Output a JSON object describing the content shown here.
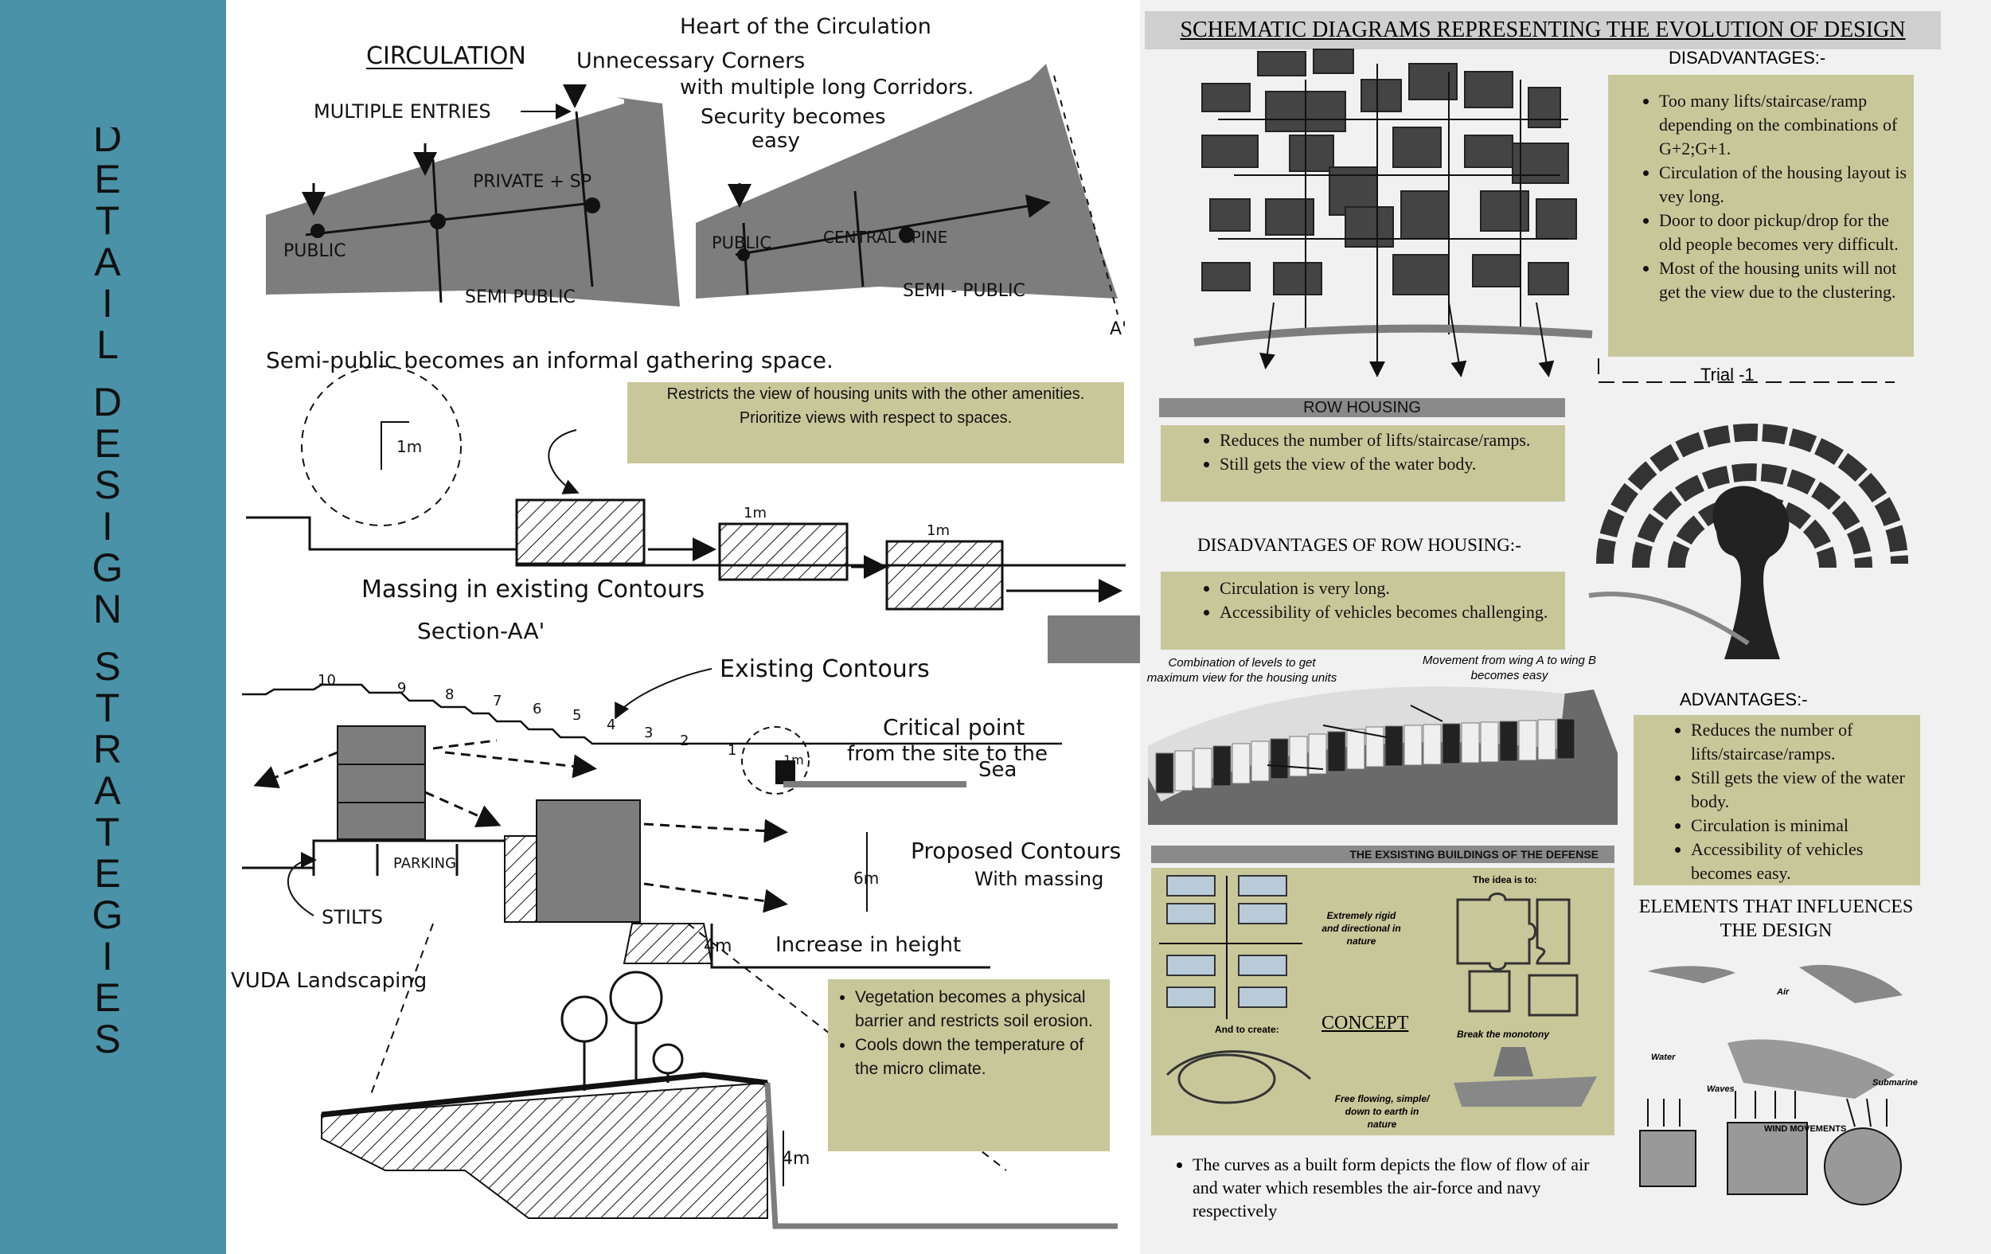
{
  "sidebar": {
    "title": "DETAIL DESIGN STRATEGIES",
    "letters": [
      "D",
      "E",
      "T",
      "A",
      "I",
      "L",
      "",
      "D",
      "E",
      "S",
      "I",
      "G",
      "N",
      "",
      "S",
      "T",
      "R",
      "A",
      "T",
      "E",
      "G",
      "I",
      "E",
      "S"
    ]
  },
  "sketch": {
    "circulation": "CIRCULATION",
    "corners": "Unnecessary Corners",
    "corridors": "with multiple long Corridors.",
    "security": "Security becomes",
    "easy": "easy",
    "heart": "Heart of the Circulation",
    "multiple_entries": "MULTIPLE ENTRIES",
    "public_left": "PUBLIC",
    "private_sp": "PRIVATE + SP",
    "semi_public_left": "SEMI PUBLIC",
    "public_right": "PUBLIC",
    "central_spine": "CENTRAL SPINE",
    "semi_public_right": "SEMI - PUBLIC",
    "a_label": "A'",
    "semi_note": "Semi-public becomes an informal gathering space.",
    "dim_1m": "1m",
    "massing1": "Massing in existing Contours",
    "section": "Section-AA'",
    "existing_contours": "Existing Contours",
    "contour_numbers": [
      "10",
      "9",
      "8",
      "7",
      "6",
      "5",
      "4",
      "3",
      "2",
      "1"
    ],
    "critical_point": "Critical point",
    "from_site": "from the site to the",
    "sea": "Sea",
    "parking": "PARKING",
    "stilts": "STILTS",
    "proposed_contours": "Proposed Contours",
    "with_massing": "With massing",
    "dim_6m": "6m",
    "dim_4m": "4m",
    "increase_height": "Increase in height",
    "vuda": "VUDA Landscaping",
    "view_note": [
      "Restricts the view of housing units with the other amenities.",
      "Prioritize views with respect to spaces."
    ],
    "vegetation_note": [
      "Vegetation becomes a physical barrier and restricts soil erosion.",
      "Cools down the temperature of the micro climate."
    ]
  },
  "right": {
    "header": "SCHEMATIC DIAGRAMS REPRESENTING THE EVOLUTION  OF DESIGN",
    "disadvantages_title": "DISADVANTAGES:-",
    "disadvantages": [
      "Too many lifts/staircase/ramp depending on the combinations of G+2;G+1.",
      "Circulation of the housing layout is vey long.",
      "Door to door pickup/drop for the old people becomes very difficult.",
      "Most of the housing units will not get the view due to the clustering."
    ],
    "trial": "Trial -1",
    "row_housing": "ROW HOUSING",
    "row_points": [
      "Reduces the number of lifts/staircase/ramps.",
      "Still gets the view of the water body."
    ],
    "row_disadv_title": "DISADVANTAGES OF ROW HOUSING:-",
    "row_disadv": [
      "Circulation is very long.",
      "Accessibility of vehicles becomes challenging."
    ],
    "combination_note": "Combination of levels to get maximum view for the housing units",
    "movement_note": "Movement from wing A to wing B becomes easy",
    "advantages_title": "ADVANTAGES:-",
    "advantages": [
      "Reduces the number of lifts/staircase/ramps.",
      "Still gets the view of the water body.",
      "Circulation is minimal",
      "Accessibility of vehicles becomes easy."
    ],
    "existing_buildings": "THE EXSISTING BUILDINGS OF THE DEFENSE",
    "rigid": "Extremely rigid and directional in nature",
    "idea": "The idea is to:",
    "and_create": "And to create:",
    "concept": "CONCEPT",
    "break": "Break the monotony",
    "flowing": "Free flowing, simple/ down to earth in nature",
    "elements_title": "ELEMENTS THAT INFLUENCES THE DESIGN",
    "air": "Air",
    "water": "Water",
    "waves": "Waves",
    "submarine": "Submarine",
    "wind": "WIND MOVEMENTS",
    "curves_note": "The curves as a built form depicts the flow of flow of air and water which resembles the air-force and navy respectively"
  }
}
